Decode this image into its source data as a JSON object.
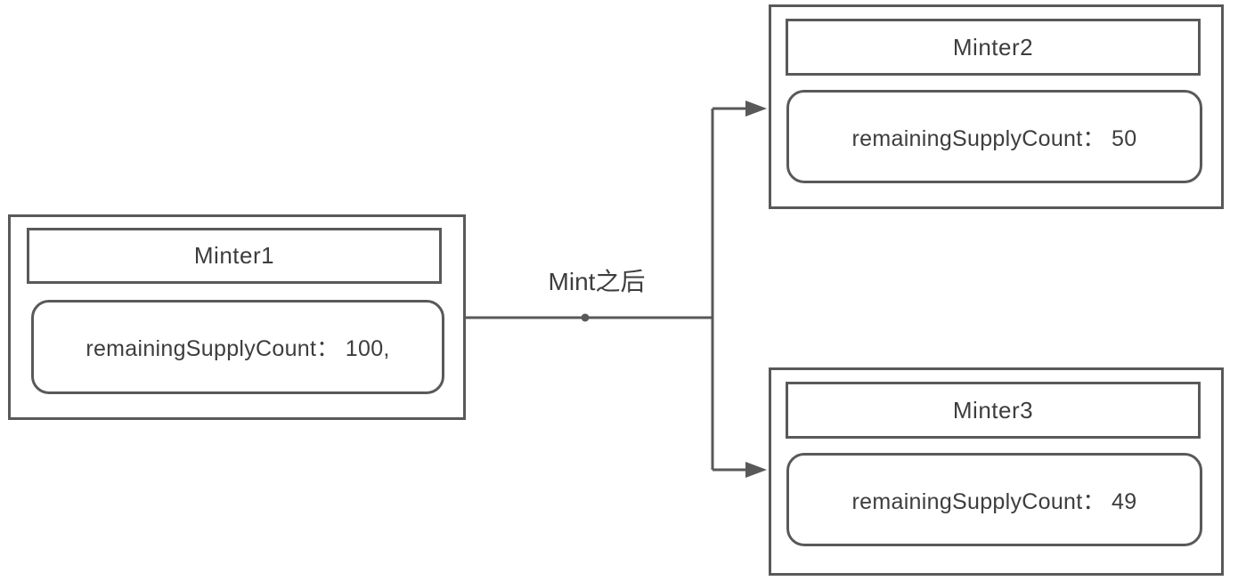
{
  "diagram": {
    "type": "flowchart",
    "background_color": "#ffffff",
    "stroke_color": "#595959",
    "text_color": "#3d3d3d",
    "nodes": {
      "minter1": {
        "title": "Minter1",
        "body": "remainingSupplyCount： 100,"
      },
      "minter2": {
        "title": "Minter2",
        "body": "remainingSupplyCount： 50"
      },
      "minter3": {
        "title": "Minter3",
        "body": "remainingSupplyCount： 49"
      }
    },
    "edge": {
      "label": "Mint之后",
      "from": "Minter1",
      "to": [
        "Minter2",
        "Minter3"
      ]
    }
  }
}
